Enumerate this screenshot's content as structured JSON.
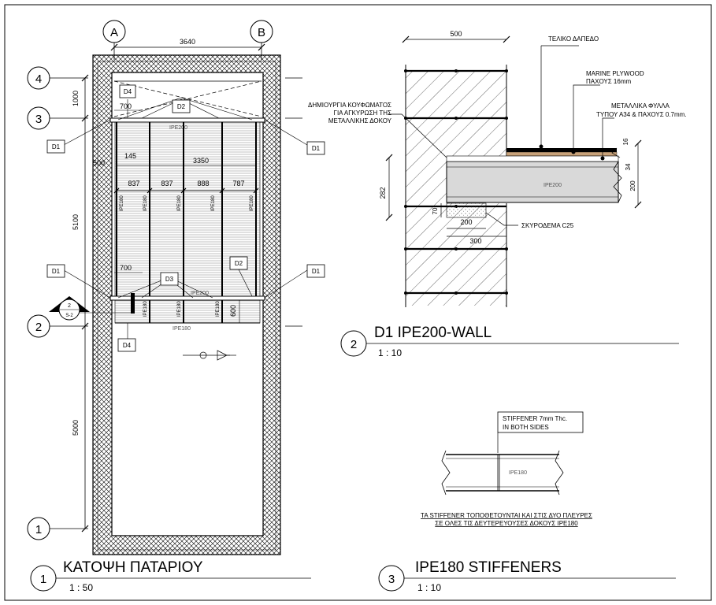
{
  "grid": {
    "col_a": "A",
    "col_b": "B",
    "row_4": "4",
    "row_3": "3",
    "row_2": "2",
    "row_1": "1"
  },
  "plan": {
    "dim_top": "3640",
    "dim_1000": "1000",
    "dim_5100": "5100",
    "dim_5000": "5000",
    "dim_600": "600",
    "dim_700_top": "700",
    "dim_700_mid": "700",
    "dim_145": "145",
    "dim_500": "500",
    "dim_3350": "3350",
    "span_labels": [
      "837",
      "837",
      "888",
      "787"
    ],
    "beam_ipe200_top": "IPE200",
    "beam_ipe200_bottom": "IPE200",
    "beam_ipe180_bottom": "IPE180",
    "joist_label": "IPE180",
    "section_mark_num": "2",
    "section_mark_ref": "S-2",
    "tags": {
      "d1": "D1",
      "d2": "D2",
      "d3": "D3",
      "d4": "D4"
    }
  },
  "detail1": {
    "number": "1",
    "title": "ΚΑΤΟΨΗ ΠΑΤΑΡΙΟΥ",
    "scale": "1 : 50"
  },
  "detail2": {
    "number": "2",
    "title": "D1 IPE200-WALL",
    "scale": "1 : 10",
    "dim_500": "500",
    "dim_282": "282",
    "dim_70": "70",
    "dim_200_bottom": "200",
    "dim_300": "300",
    "dim_16": "16",
    "dim_34": "34",
    "dim_200_right": "200",
    "beam": "IPE200",
    "notes": {
      "floor_finish": "ΤΕΛΙΚΟ ΔΑΠΕΔΟ",
      "plywood_1": "MARINE PLYWOOD",
      "plywood_2": "ΠΑΧΟΥΣ 16mm",
      "sheets_1": "ΜΕΤΑΛΛΙΚΑ ΦΥΛΛΑ",
      "sheets_2": "ΤΥΠΟΥ Α34 & ΠΑΧΟΥΣ 0.7mm.",
      "recess_1": "ΔΗΜΙΟΥΡΓΙΑ ΚΟΥΦΩΜΑΤΟΣ",
      "recess_2": "ΓΙΑ ΑΓΚΥΡΩΣΗ ΤΗΣ",
      "recess_3": "ΜΕΤΑΛΛΙΚΗΣ ΔΟΚΟΥ",
      "concrete": "ΣΚΥΡΟΔΕΜΑ C25"
    }
  },
  "detail3": {
    "number": "3",
    "title": "IPE180 STIFFENERS",
    "scale": "1 : 10",
    "beam": "IPE180",
    "callout_1": "STIFFENER 7mm Thc.",
    "callout_2": "IN BOTH SIDES",
    "note_1": "ΤΑ STIFFENER ΤΟΠΟΘΕΤΟΥΝΤΑΙ ΚΑΙ ΣΤΙΣ ΔΥΟ ΠΛΕΥΡΕΣ",
    "note_2": "ΣΕ ΟΛΕΣ ΤΙΣ ΔΕΥΤΕΡΕΥΟΥΣΕΣ ΔΟΚΟΥΣ IPE180"
  }
}
